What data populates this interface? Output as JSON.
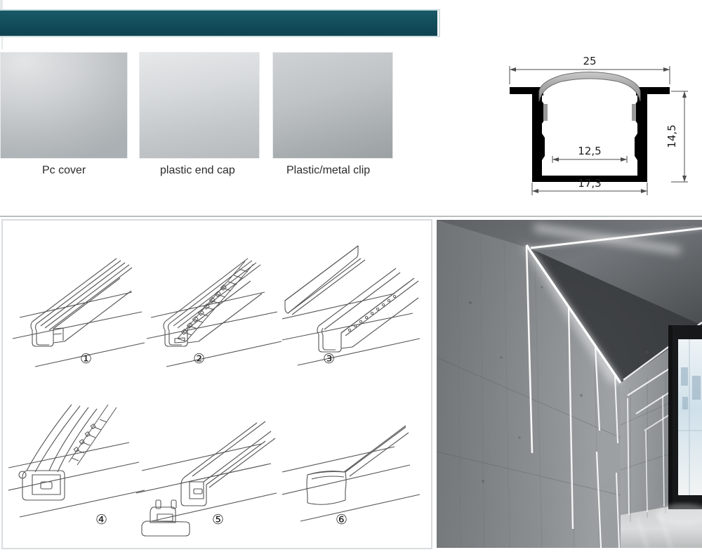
{
  "banner": {
    "text": "",
    "color": "#14515f"
  },
  "accessories": {
    "items": [
      {
        "label": "Pc cover",
        "photo": "pc-cover-photo"
      },
      {
        "label": "plastic end cap",
        "photo": "plastic-end-cap-photo"
      },
      {
        "label": "Plastic/metal clip",
        "photo": "plastic-metal-clip-photo"
      }
    ]
  },
  "technical_drawing": {
    "title": "LED profile cross-section",
    "units": "mm",
    "dimensions": {
      "overall_width": "25",
      "overall_height": "14,5",
      "inner_width": "12,5",
      "body_width": "17,3"
    },
    "labels": {
      "width_top": "25",
      "height_right": "14,5",
      "inner_width": "12,5",
      "body_width": "17,3"
    },
    "colors": {
      "body": "#000000",
      "diffuser": "#a8a8a8",
      "dimension_line": "#555555"
    }
  },
  "installation": {
    "steps": [
      {
        "number": "①",
        "name": "empty-recessed-profile"
      },
      {
        "number": "②",
        "name": "insert-led-strip"
      },
      {
        "number": "③",
        "name": "attach-pc-cover"
      },
      {
        "number": "④",
        "name": "profile-with-strip-bent"
      },
      {
        "number": "⑤",
        "name": "fit-end-cap"
      },
      {
        "number": "⑥",
        "name": "finished-profile"
      }
    ]
  },
  "application_photo": {
    "name": "concrete-corridor-with-recessed-led-lines",
    "description": "Concrete corridor lit by recessed linear LED strips in ceiling and walls"
  }
}
